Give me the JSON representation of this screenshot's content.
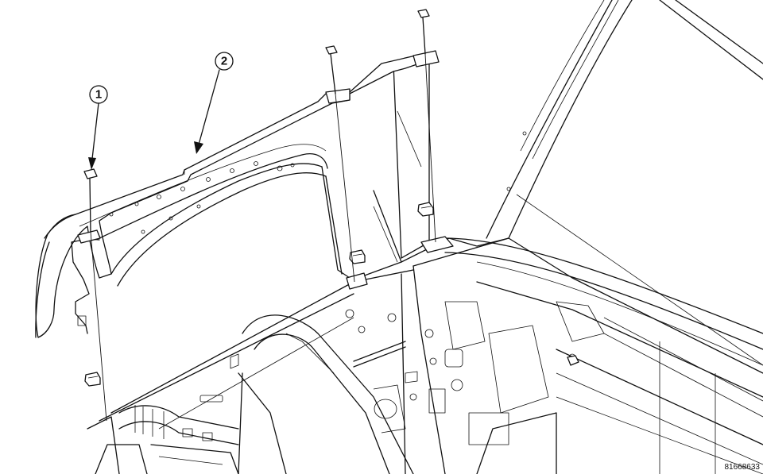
{
  "callouts": [
    {
      "label": "1"
    },
    {
      "label": "2"
    }
  ],
  "figure_id": "81668633",
  "colors": {
    "line": "#111111",
    "background": "#ffffff"
  }
}
